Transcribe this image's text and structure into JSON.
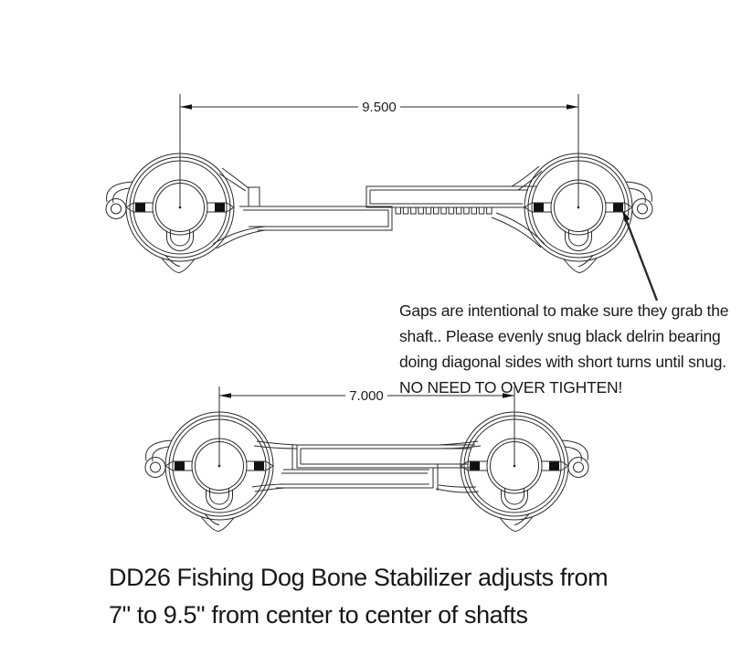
{
  "document": {
    "background_color": "#ffffff",
    "line_color": "#2b2b2b",
    "bearing_color": "#111111"
  },
  "top_view": {
    "name": "dog bone stabilizer extended view",
    "dimension_label": "9.500"
  },
  "bottom_view": {
    "name": "dog bone stabilizer collapsed view",
    "dimension_label": "7.000"
  },
  "annotation": {
    "lines": [
      "Gaps are intentional to make sure they grab the",
      "shaft..  Please evenly snug black delrin bearing",
      "doing diagonal sides with short turns until snug.",
      "NO NEED TO OVER TIGHTEN!"
    ]
  },
  "caption": {
    "lines": [
      "DD26 Fishing Dog Bone Stabilizer adjusts from",
      "7\" to 9.5\" from center to center of shafts"
    ]
  }
}
